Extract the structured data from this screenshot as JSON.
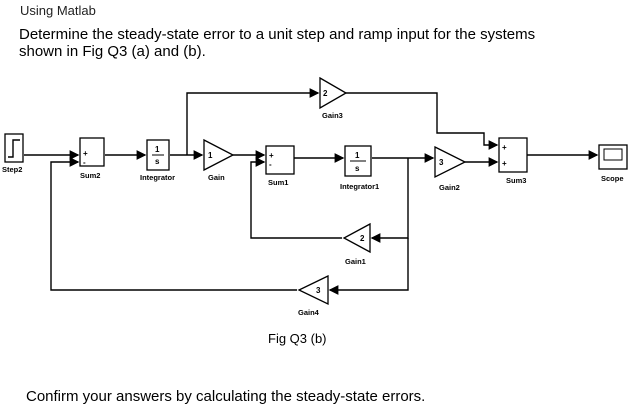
{
  "header": {
    "title": "Using Matlab"
  },
  "question": {
    "line1": "Determine the steady-state error to a unit step and ramp input for the systems",
    "line2": "shown in Fig Q3 (a) and (b)."
  },
  "diagram": {
    "blocks": {
      "step": "Step2",
      "sum2": "Sum2",
      "integrator": "Integrator",
      "gain": "Gain",
      "gain_value": "1",
      "sum1": "Sum1",
      "integrator1": "Integrator1",
      "gain1": "Gain1",
      "gain1_value": "2",
      "gain2": "Gain2",
      "gain2_value": "3",
      "gain3": "Gain3",
      "gain3_value": "2",
      "gain4": "Gain4",
      "gain4_value": "3",
      "sum3": "Sum3",
      "scope": "Scope",
      "tf_num": "1",
      "tf_den": "s"
    },
    "caption": "Fig Q3 (b)"
  },
  "footer": {
    "text": "Confirm your answers by calculating the steady-state errors."
  }
}
